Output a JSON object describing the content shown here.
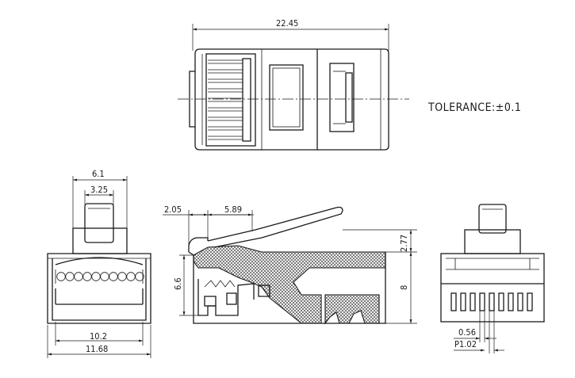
{
  "tolerance": "TOLERANCE:±0.1",
  "dimensions": {
    "overall_length": "22.45",
    "top_width": "6.1",
    "latch_width": "3.25",
    "inner_width": "10.2",
    "outer_width": "11.68",
    "tab_offset": "2.05",
    "latch_length": "5.89",
    "latch_height": "2.77",
    "body_height": "8",
    "front_height": "6.6",
    "contact_width": "0.56",
    "contact_pitch": "P1.02"
  }
}
